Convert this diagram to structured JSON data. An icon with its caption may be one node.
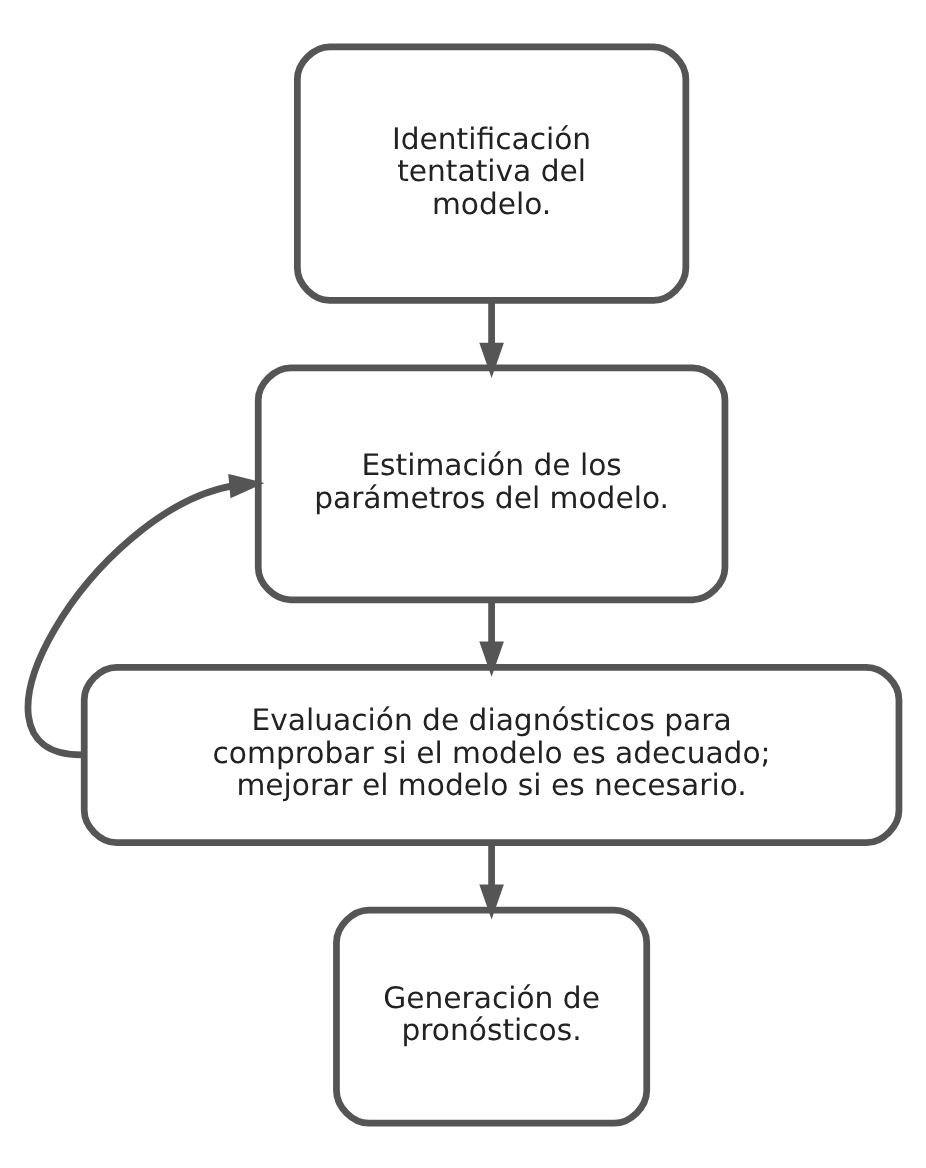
{
  "diagram": {
    "nodes": [
      {
        "text": [
          "Identificación tentativa del modelo."
        ]
      },
      {
        "text": [
          "Estimación de los parámetros del modelo."
        ]
      },
      {
        "text": [
          "Evaluación de diagnósticos para comprobar si el modelo es adecuado; mejorar el modelo si es necesario."
        ]
      },
      {
        "text": [
          "Generación de pronósticos."
        ]
      }
    ],
    "edges": [
      {
        "from": 0,
        "to": 1,
        "arrow": "to"
      },
      {
        "from": 1,
        "to": 2,
        "arrow": "to"
      },
      {
        "from": 2,
        "to": 1,
        "arrow": "to"
      },
      {
        "from": 2,
        "to": 3,
        "arrow": "to"
      }
    ]
  }
}
